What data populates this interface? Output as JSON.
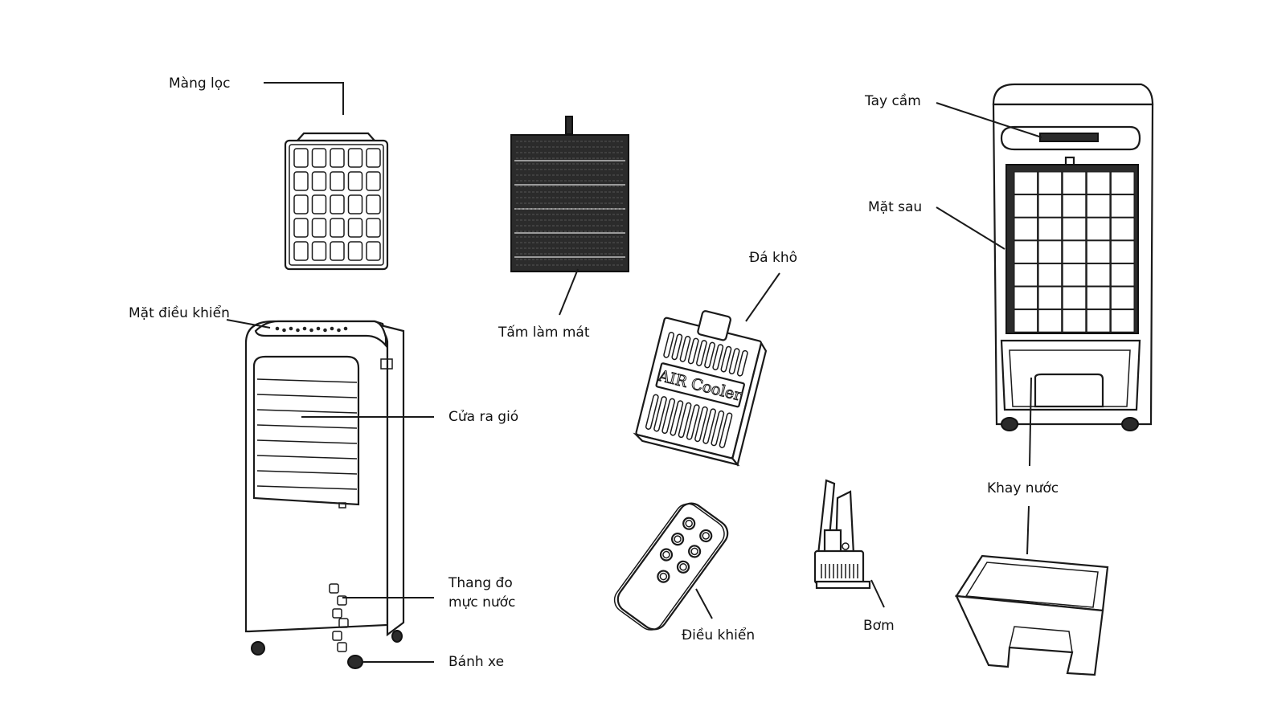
{
  "labels": {
    "mang_loc": "Màng lọc",
    "tam_lam_mat": "Tấm làm mát",
    "mat_dieu_khien": "Mặt điều khiển",
    "cua_ra_gio": "Cửa ra gió",
    "thang_do_line1": "Thang đo",
    "thang_do_line2": "mực nước",
    "banh_xe": "Bánh xe",
    "da_kho": "Đá khô",
    "dieu_khien": "Điều khiển",
    "bom": "Bơm",
    "tay_cam": "Tay cầm",
    "mat_sau": "Mặt sau",
    "khay_nuoc": "Khay nước",
    "ice_pack_text": "AIR Cooler"
  }
}
